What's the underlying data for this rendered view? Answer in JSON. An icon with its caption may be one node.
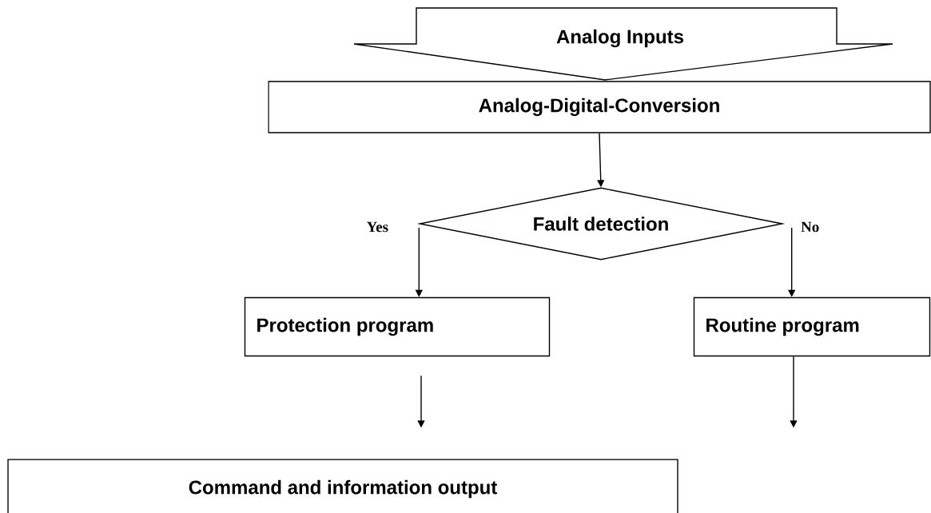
{
  "diagram": {
    "nodes": [
      {
        "text": [
          "Analog Inputs"
        ]
      },
      {
        "text": [
          "Analog-Digital-Conversion"
        ]
      },
      {
        "text": [
          "Fault detection"
        ]
      },
      {
        "text": [
          "Protection program"
        ]
      },
      {
        "text": [
          "Routine program"
        ]
      },
      {
        "text": [
          "Command and information output"
        ]
      }
    ],
    "edges": [
      {
        "from": 1,
        "to": 2,
        "arrow": "to"
      },
      {
        "from": 2,
        "to": 3,
        "arrow": "to",
        "label": "Yes"
      },
      {
        "from": 2,
        "to": 4,
        "arrow": "to",
        "label": "No"
      },
      {
        "from": 3,
        "to": 5,
        "arrow": "to"
      },
      {
        "from": 4,
        "to": null,
        "arrow": "to"
      }
    ]
  }
}
